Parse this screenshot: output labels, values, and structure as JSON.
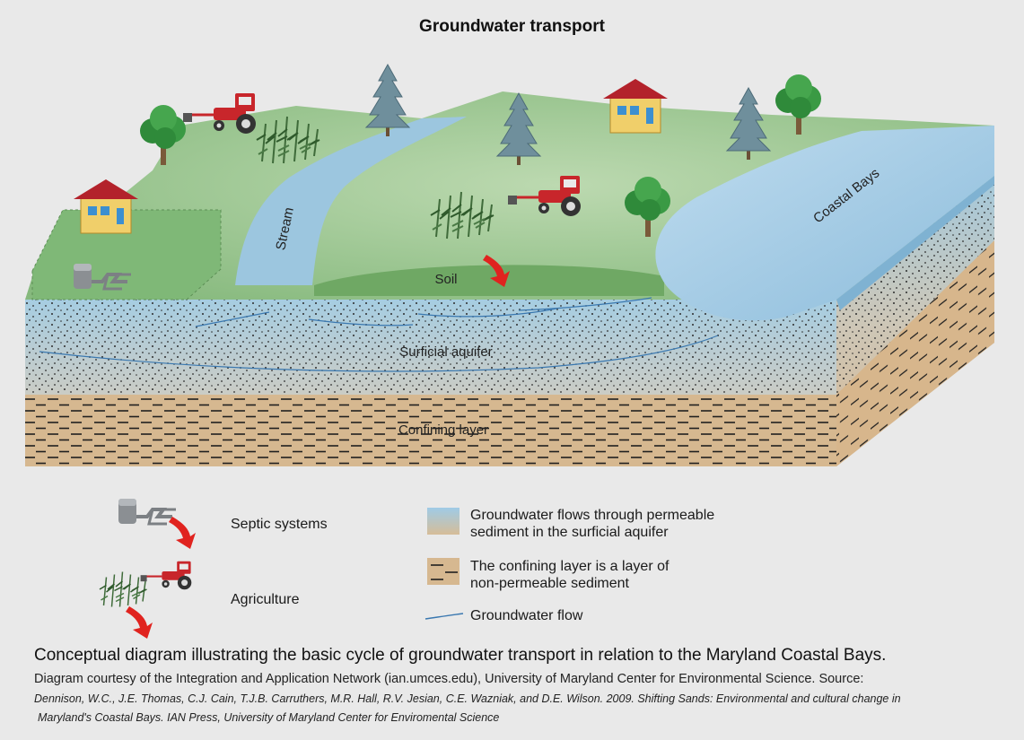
{
  "title": "Groundwater transport",
  "labels": {
    "stream": "Stream",
    "coastal_bays": "Coastal Bays",
    "soil": "Soil",
    "surficial_aquifer": "Surficial aquifer",
    "confining_layer": "Confining layer"
  },
  "legend": {
    "septic": "Septic systems",
    "agriculture": "Agriculture",
    "aquifer_line1": "Groundwater flows through permeable",
    "aquifer_line2": "sediment in the surficial aquifer",
    "confining_line1": "The confining layer is a layer of",
    "confining_line2": "non-permeable sediment",
    "flow": "Groundwater flow"
  },
  "caption": "Conceptual diagram illustrating the basic cycle of groundwater transport in relation to the Maryland Coastal Bays.",
  "credit": "Diagram courtesy of the Integration and Application Network (ian.umces.edu), University of Maryland Center for Environmental Science. Source:",
  "source_line1": "Dennison, W.C., J.E. Thomas, C.J. Cain, T.J.B. Carruthers,  M.R. Hall, R.V. Jesian, C.E. Wazniak, and D.E. Wilson. 2009. Shifting Sands: Environmental and cultural change in",
  "source_line2": "Maryland's Coastal Bays. IAN Press, University of Maryland Center for Enviromental Science",
  "icons": [
    "house-icon",
    "tree-icon",
    "pine-tree-icon",
    "tractor-icon",
    "corn-icon",
    "septic-tank-icon",
    "red-arrow-icon"
  ],
  "colors": {
    "land": "#8fbf86",
    "land_light": "#b5d4a8",
    "water": "#9cc6df",
    "aquifer_top": "#a9cde0",
    "confining": "#d6b890",
    "arrow": "#e0231f",
    "flow_line": "#3a78b0"
  }
}
